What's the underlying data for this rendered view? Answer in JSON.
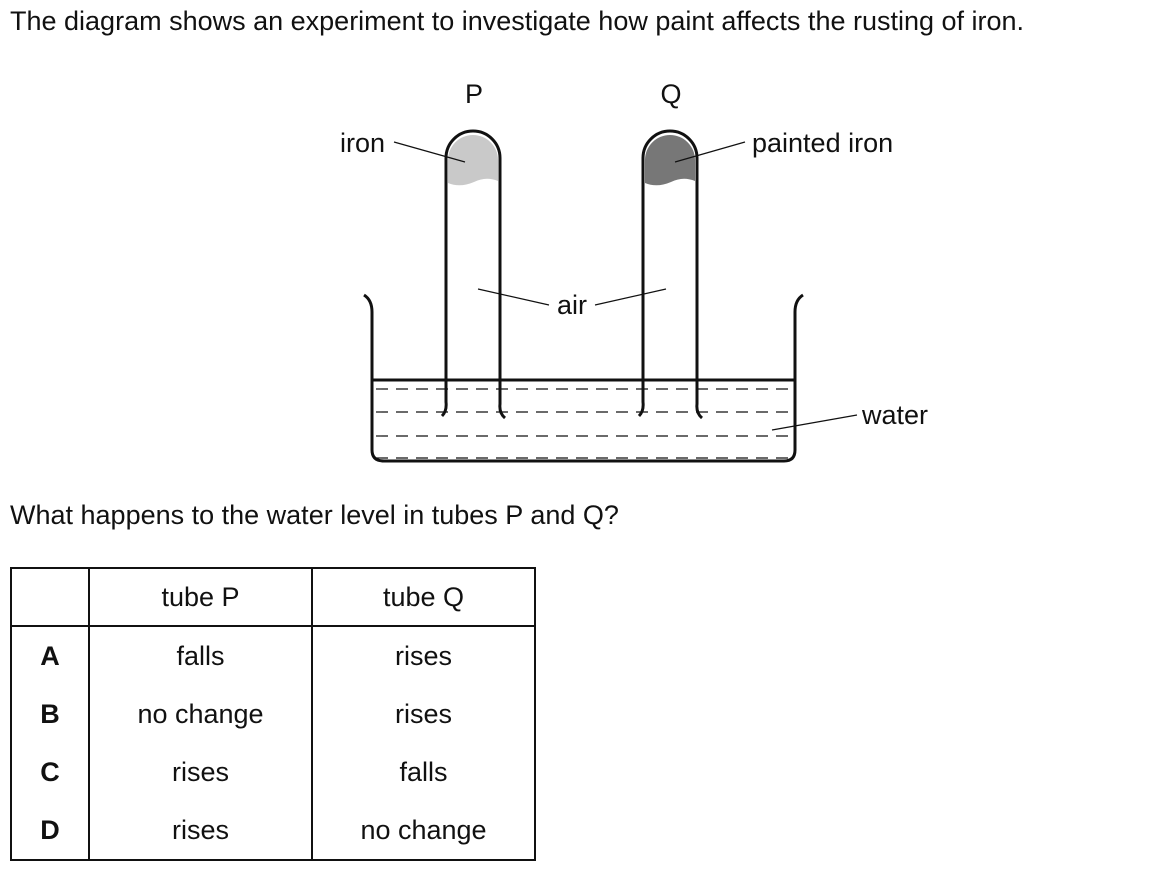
{
  "intro": "The diagram shows an experiment to investigate how paint affects the rusting of iron.",
  "diagram": {
    "tube_p_label": "P",
    "tube_q_label": "Q",
    "iron_label": "iron",
    "painted_iron_label": "painted iron",
    "air_label": "air",
    "water_label": "water",
    "colors": {
      "iron": "#c9c9c9",
      "painted_iron": "#777777",
      "outline": "#111111"
    }
  },
  "question": "What happens to the water level in tubes P and Q?",
  "table": {
    "headers": [
      "",
      "tube P",
      "tube Q"
    ],
    "rows": [
      {
        "option": "A",
        "tube_p": "falls",
        "tube_q": "rises"
      },
      {
        "option": "B",
        "tube_p": "no change",
        "tube_q": "rises"
      },
      {
        "option": "C",
        "tube_p": "rises",
        "tube_q": "falls"
      },
      {
        "option": "D",
        "tube_p": "rises",
        "tube_q": "no change"
      }
    ]
  }
}
